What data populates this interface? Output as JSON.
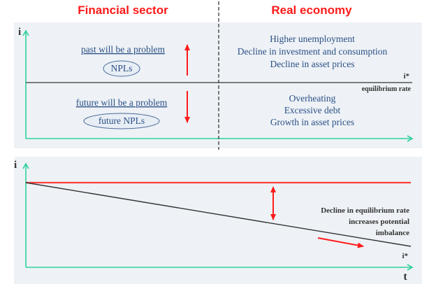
{
  "headers": {
    "left": "Financial sector",
    "right": "Real economy"
  },
  "top_panel": {
    "y_axis_label": "i",
    "line_label": "i*",
    "line_sublabel": "equilibrium rate",
    "above": {
      "caption": "past will be a problem",
      "bubble": "NPLs",
      "effects": [
        "Higher unemployment",
        "Decline in investment and consumption",
        "Decline in asset prices"
      ]
    },
    "below": {
      "caption": "future will be a problem",
      "bubble": "future NPLs",
      "effects": [
        "Overheating",
        "Excessive debt",
        "Growth in asset prices"
      ]
    }
  },
  "bottom_panel": {
    "y_axis_label": "i",
    "x_axis_label": "t",
    "line_label": "i*",
    "annotation": [
      "Decline in equilibrium rate",
      "increases potential",
      "imbalance"
    ]
  },
  "colors": {
    "axis": "#2fd19b",
    "arrow": "#ff1a1a",
    "panel": "#eef2f6",
    "text": "#2b4f86"
  }
}
